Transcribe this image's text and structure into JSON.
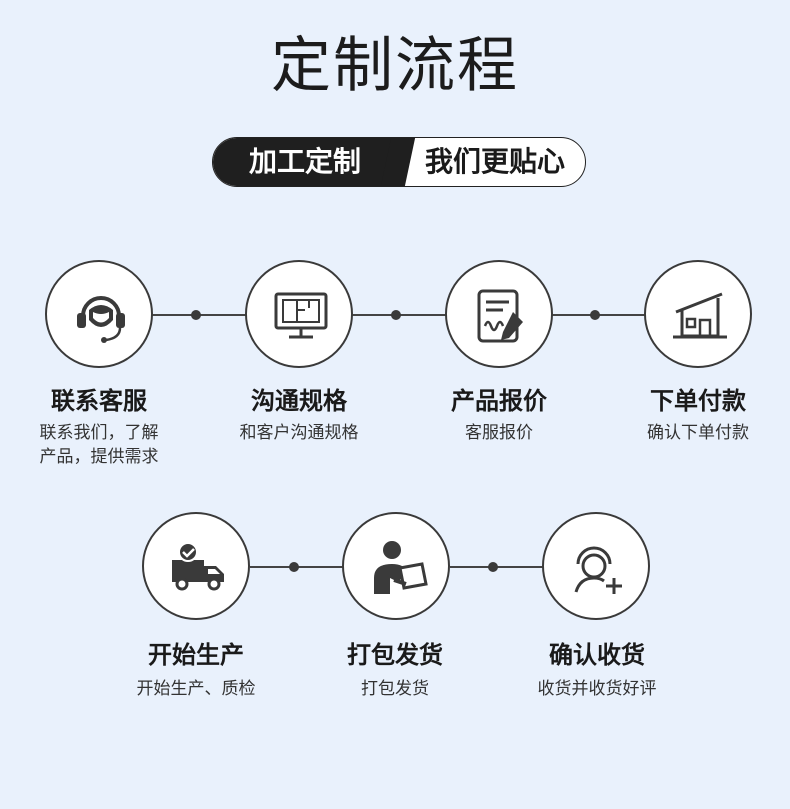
{
  "page": {
    "title": "定制流程",
    "background": "#e9f1fc",
    "accent": "#1f1f1f"
  },
  "tagline": {
    "left": "加工定制",
    "right": "我们更贴心"
  },
  "steps": [
    {
      "title": "联系客服",
      "desc": [
        "联系我们，了解",
        "产品，提供需求"
      ],
      "icon": "headset-agent-icon"
    },
    {
      "title": "沟通规格",
      "desc": [
        "和客户沟通规格"
      ],
      "icon": "monitor-blueprint-icon"
    },
    {
      "title": "产品报价",
      "desc": [
        "客服报价"
      ],
      "icon": "document-signature-icon"
    },
    {
      "title": "下单付款",
      "desc": [
        "确认下单付款"
      ],
      "icon": "house-icon"
    },
    {
      "title": "开始生产",
      "desc": [
        "开始生产、质检"
      ],
      "icon": "delivery-truck-check-icon"
    },
    {
      "title": "打包发货",
      "desc": [
        "打包发货"
      ],
      "icon": "person-with-tablet-icon"
    },
    {
      "title": "确认收货",
      "desc": [
        "收货并收货好评"
      ],
      "icon": "user-add-icon"
    }
  ]
}
